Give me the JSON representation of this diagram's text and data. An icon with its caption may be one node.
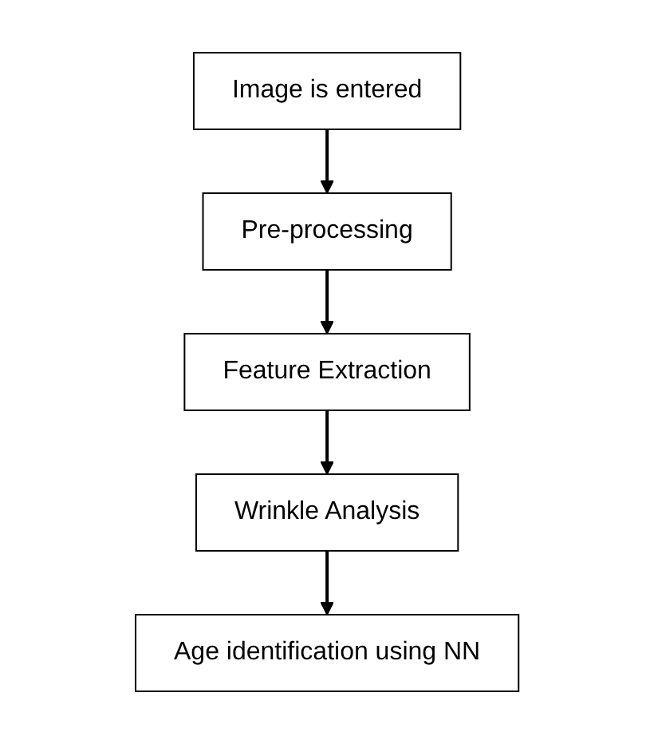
{
  "diagram": {
    "nodes": [
      {
        "text": [
          "Image is entered"
        ]
      },
      {
        "text": [
          "Pre-processing"
        ]
      },
      {
        "text": [
          "Feature Extraction"
        ]
      },
      {
        "text": [
          "Wrinkle Analysis"
        ]
      },
      {
        "text": [
          "Age identification using NN"
        ]
      }
    ],
    "edges": [
      {
        "from": 0,
        "to": 1,
        "arrow": "to"
      },
      {
        "from": 1,
        "to": 2,
        "arrow": "to"
      },
      {
        "from": 2,
        "to": 3,
        "arrow": "to"
      },
      {
        "from": 3,
        "to": 4,
        "arrow": "to"
      }
    ]
  }
}
